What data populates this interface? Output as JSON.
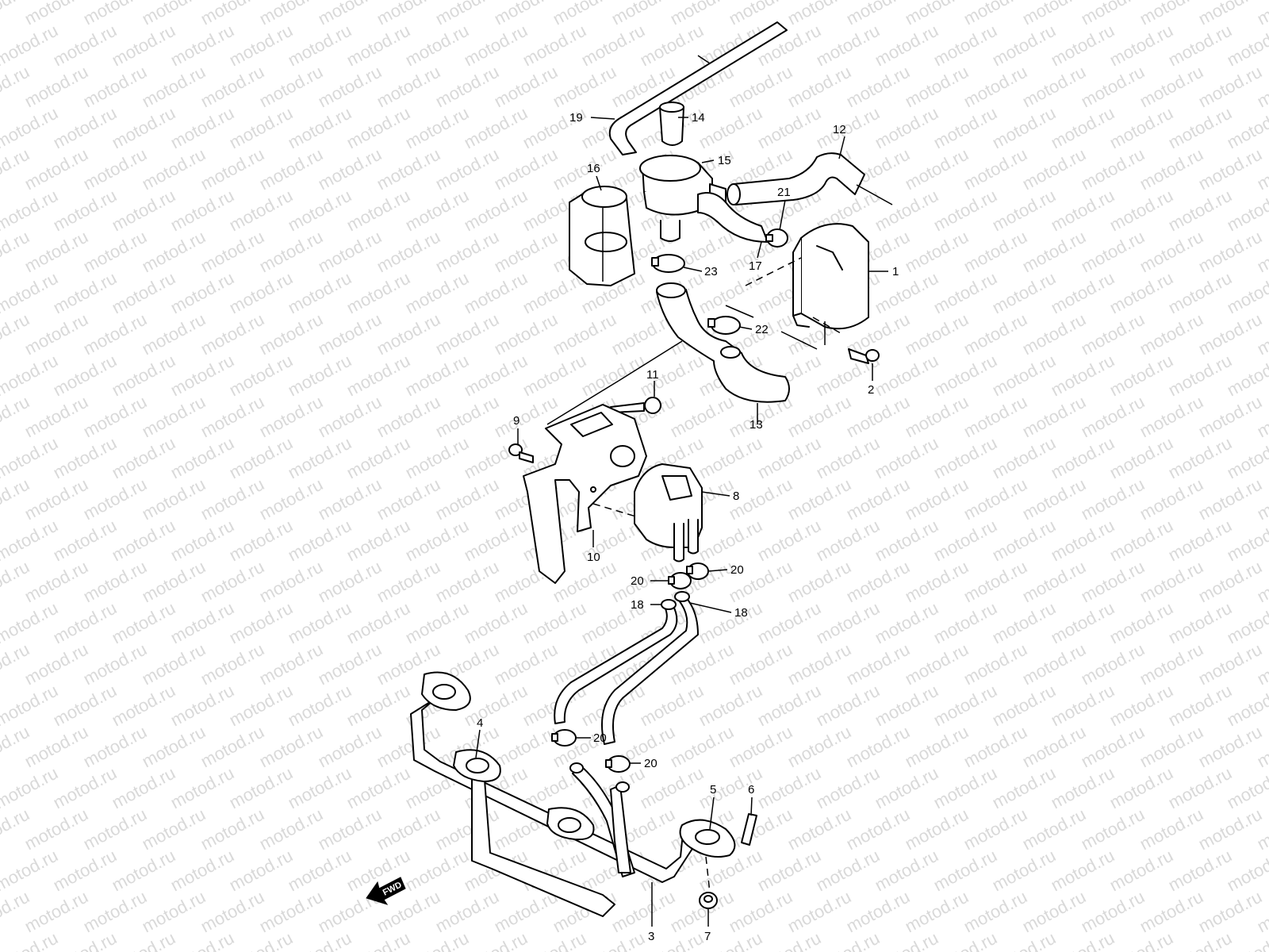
{
  "watermark": {
    "text": "motod.ru",
    "color": "#d9d9d9"
  },
  "fwd_label": "FWD",
  "callouts": [
    {
      "id": "c19",
      "text": "19"
    },
    {
      "id": "c14",
      "text": "14"
    },
    {
      "id": "c12",
      "text": "12"
    },
    {
      "id": "c15",
      "text": "15"
    },
    {
      "id": "c16",
      "text": "16"
    },
    {
      "id": "c21",
      "text": "21"
    },
    {
      "id": "c1",
      "text": "1"
    },
    {
      "id": "c17",
      "text": "17"
    },
    {
      "id": "c23",
      "text": "23"
    },
    {
      "id": "c22",
      "text": "22"
    },
    {
      "id": "c2",
      "text": "2"
    },
    {
      "id": "c11",
      "text": "11"
    },
    {
      "id": "c13",
      "text": "13"
    },
    {
      "id": "c9",
      "text": "9"
    },
    {
      "id": "c8",
      "text": "8"
    },
    {
      "id": "c10",
      "text": "10"
    },
    {
      "id": "c20a",
      "text": "20"
    },
    {
      "id": "c20b",
      "text": "20"
    },
    {
      "id": "c18a",
      "text": "18"
    },
    {
      "id": "c18b",
      "text": "18"
    },
    {
      "id": "c4",
      "text": "4"
    },
    {
      "id": "c20c",
      "text": "20"
    },
    {
      "id": "c20d",
      "text": "20"
    },
    {
      "id": "c5",
      "text": "5"
    },
    {
      "id": "c6",
      "text": "6"
    },
    {
      "id": "c3",
      "text": "3"
    },
    {
      "id": "c7",
      "text": "7"
    }
  ]
}
